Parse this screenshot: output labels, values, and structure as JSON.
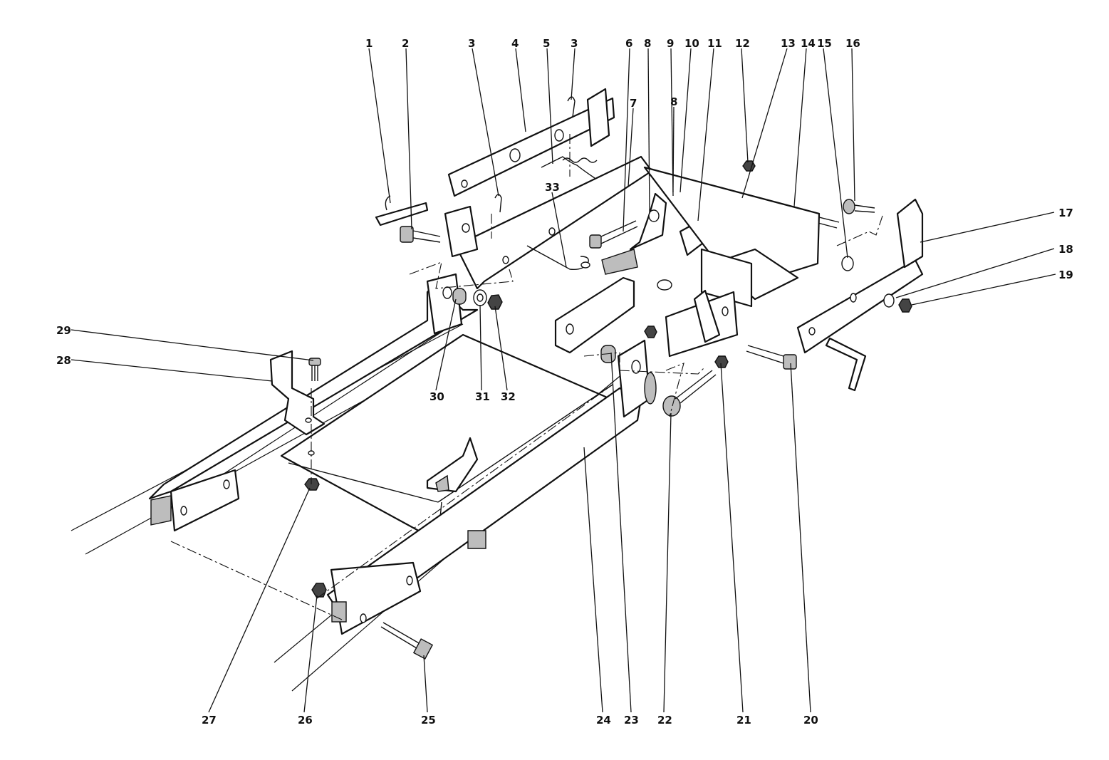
{
  "diagram": {
    "callouts": [
      {
        "id": "c1",
        "text": "1"
      },
      {
        "id": "c2",
        "text": "2"
      },
      {
        "id": "c3a",
        "text": "3"
      },
      {
        "id": "c4",
        "text": "4"
      },
      {
        "id": "c5",
        "text": "5"
      },
      {
        "id": "c3b",
        "text": "3"
      },
      {
        "id": "c6",
        "text": "6"
      },
      {
        "id": "c7",
        "text": "7"
      },
      {
        "id": "c8a",
        "text": "8"
      },
      {
        "id": "c8b",
        "text": "8"
      },
      {
        "id": "c9",
        "text": "9"
      },
      {
        "id": "c10",
        "text": "10"
      },
      {
        "id": "c11",
        "text": "11"
      },
      {
        "id": "c12",
        "text": "12"
      },
      {
        "id": "c13",
        "text": "13"
      },
      {
        "id": "c14",
        "text": "14"
      },
      {
        "id": "c15",
        "text": "15"
      },
      {
        "id": "c16",
        "text": "16"
      },
      {
        "id": "c17",
        "text": "17"
      },
      {
        "id": "c18",
        "text": "18"
      },
      {
        "id": "c19",
        "text": "19"
      },
      {
        "id": "c20",
        "text": "20"
      },
      {
        "id": "c21",
        "text": "21"
      },
      {
        "id": "c22",
        "text": "22"
      },
      {
        "id": "c23",
        "text": "23"
      },
      {
        "id": "c24",
        "text": "24"
      },
      {
        "id": "c25",
        "text": "25"
      },
      {
        "id": "c26",
        "text": "26"
      },
      {
        "id": "c27",
        "text": "27"
      },
      {
        "id": "c28",
        "text": "28"
      },
      {
        "id": "c29",
        "text": "29"
      },
      {
        "id": "c30",
        "text": "30"
      },
      {
        "id": "c31",
        "text": "31"
      },
      {
        "id": "c32",
        "text": "32"
      },
      {
        "id": "c33",
        "text": "33"
      }
    ]
  }
}
